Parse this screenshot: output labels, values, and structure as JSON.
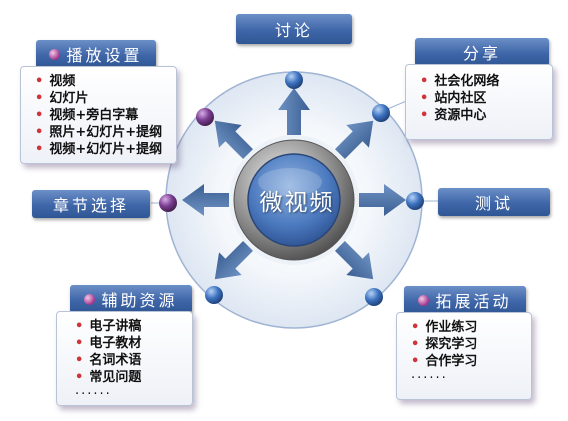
{
  "center": {
    "label": "微视频"
  },
  "nodes": {
    "discuss": {
      "label": "讨论"
    },
    "share": {
      "label": "分享",
      "items": [
        "社会化网络",
        "站内社区",
        "资源中心"
      ]
    },
    "settings": {
      "label": "播放设置",
      "items": [
        "视频",
        "幻灯片",
        "视频+旁白字幕",
        "照片+幻灯片+提纲",
        "视频+幻灯片+提纲"
      ]
    },
    "chapter": {
      "label": "章节选择"
    },
    "test": {
      "label": "测试"
    },
    "resources": {
      "label": "辅助资源",
      "items": [
        "电子讲稿",
        "电子教材",
        "名词术语",
        "常见问题"
      ],
      "more": "······"
    },
    "activities": {
      "label": "拓展活动",
      "items": [
        "作业练习",
        "探究学习",
        "合作学习"
      ],
      "more": "······"
    }
  },
  "colors": {
    "ring": "#9fb4d3",
    "arrow": "#4c6fa0",
    "blue_node": "#3d73c0",
    "purple_node": "#7a3d92",
    "tag": "#3f66a8",
    "bullet": "#d0343b"
  }
}
